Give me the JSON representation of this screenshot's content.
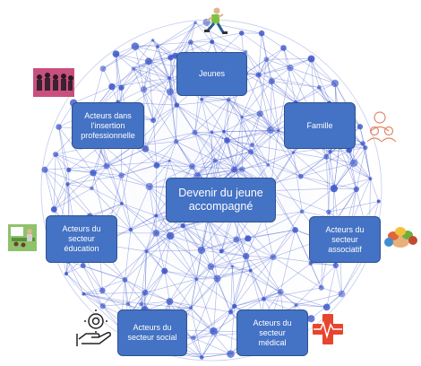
{
  "center": {
    "line1": "Devenir du jeune",
    "line2": "accompagné"
  },
  "nodes": {
    "jeunes": "Jeunes",
    "famille": "Famille",
    "insertion": {
      "line1": "Acteurs dans",
      "line2": "l'insertion",
      "line3": "professionnelle"
    },
    "education": {
      "line1": "Acteurs du",
      "line2": "secteur",
      "line3": "éducation"
    },
    "associatif": {
      "line1": "Acteurs du",
      "line2": "secteur",
      "line3": "associatif"
    },
    "social": {
      "line1": "Acteurs du",
      "line2": "secteur social"
    },
    "medical": {
      "line1": "Acteurs du",
      "line2": "secteur",
      "line3": "médical"
    }
  },
  "icons": [
    "running-person-icon",
    "crowd-photo-icon",
    "family-icon",
    "classroom-photo-icon",
    "hands-together-icon",
    "hand-care-icon",
    "medical-cross-icon"
  ],
  "colors": {
    "box_fill": "#4472c4",
    "box_border": "#2f528f",
    "network": "#3b55c9",
    "text": "#ffffff"
  }
}
